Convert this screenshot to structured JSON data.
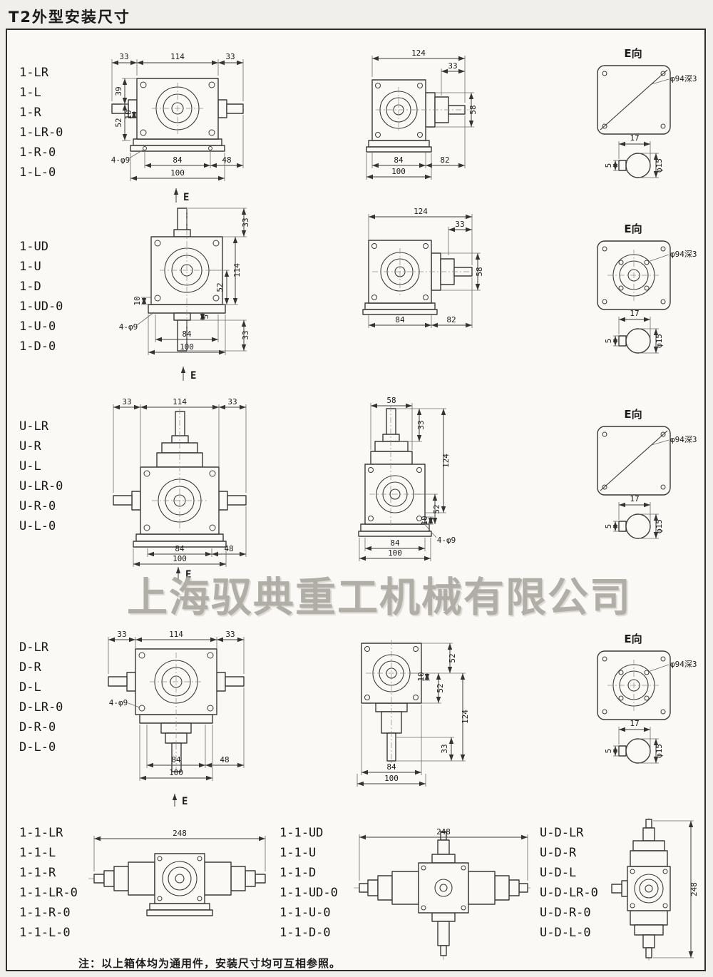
{
  "page": {
    "title": "T2外型安装尺寸",
    "watermark": "上海驭典重工机械有限公司",
    "note": "注：以上箱体均为通用件，安装尺寸均可互相参照。"
  },
  "eview": {
    "title": "E向",
    "hole": "φ94深3",
    "w17": "17",
    "t5": "5",
    "d15": "φ15"
  },
  "row1": {
    "labels": [
      "1-LR",
      "1-L",
      "1-R",
      "1-LR-0",
      "1-R-0",
      "1-L-0"
    ],
    "v1": {
      "t1": "33",
      "t2": "114",
      "t3": "33",
      "s1": "39",
      "s2": "52",
      "s3": "10",
      "holes": "4-φ9",
      "b1": "84",
      "b2": "48",
      "b3": "100",
      "e": "E"
    },
    "v2": {
      "t1": "124",
      "t2": "33",
      "r1": "58",
      "b1": "84",
      "b2": "82",
      "b3": "100"
    }
  },
  "row2": {
    "labels": [
      "1-UD",
      "1-U",
      "1-D",
      "1-UD-0",
      "1-U-0",
      "1-D-0"
    ],
    "v1": {
      "t1": "33",
      "r1": "114",
      "r2": "52",
      "l1": "10",
      "holes": "4-φ9",
      "r3": "33",
      "f5": "5",
      "b1": "84",
      "b2": "100",
      "e": "E"
    },
    "v2": {
      "t1": "124",
      "t2": "33",
      "r1": "58",
      "b1": "84",
      "b2": "82"
    }
  },
  "row3": {
    "labels": [
      "U-LR",
      "U-R",
      "U-L",
      "U-LR-0",
      "U-R-0",
      "U-L-0"
    ],
    "v1": {
      "t1": "33",
      "t2": "114",
      "t3": "33",
      "b1": "84",
      "b2": "48",
      "b3": "100",
      "e": "E"
    },
    "v2": {
      "t1": "58",
      "t2": "33",
      "r1": "124",
      "r2": "10",
      "r3": "52",
      "holes": "4-φ9",
      "b1": "84",
      "b2": "100"
    }
  },
  "row4": {
    "labels": [
      "D-LR",
      "D-R",
      "D-L",
      "D-LR-0",
      "D-R-0",
      "D-L-0"
    ],
    "v1": {
      "t1": "33",
      "t2": "114",
      "t3": "33",
      "holes": "4-φ9",
      "b1": "84",
      "b2": "48",
      "b3": "100",
      "e": "E"
    },
    "v2": {
      "r1": "52",
      "r2": "10",
      "r3": "52",
      "r4": "124",
      "r5": "33",
      "b1": "84",
      "b2": "100"
    }
  },
  "row5": {
    "g1": {
      "labels": [
        "1-1-LR",
        "1-1-L",
        "1-1-R",
        "1-1-LR-0",
        "1-1-R-0",
        "1-1-L-0"
      ],
      "dim": "248"
    },
    "g2": {
      "labels": [
        "1-1-UD",
        "1-1-U",
        "1-1-D",
        "1-1-UD-0",
        "1-1-U-0",
        "1-1-D-0"
      ],
      "dim": "248"
    },
    "g3": {
      "labels": [
        "U-D-LR",
        "U-D-R",
        "U-D-L",
        "U-D-LR-0",
        "U-D-R-0",
        "U-D-L-0"
      ],
      "dim": "248"
    }
  }
}
